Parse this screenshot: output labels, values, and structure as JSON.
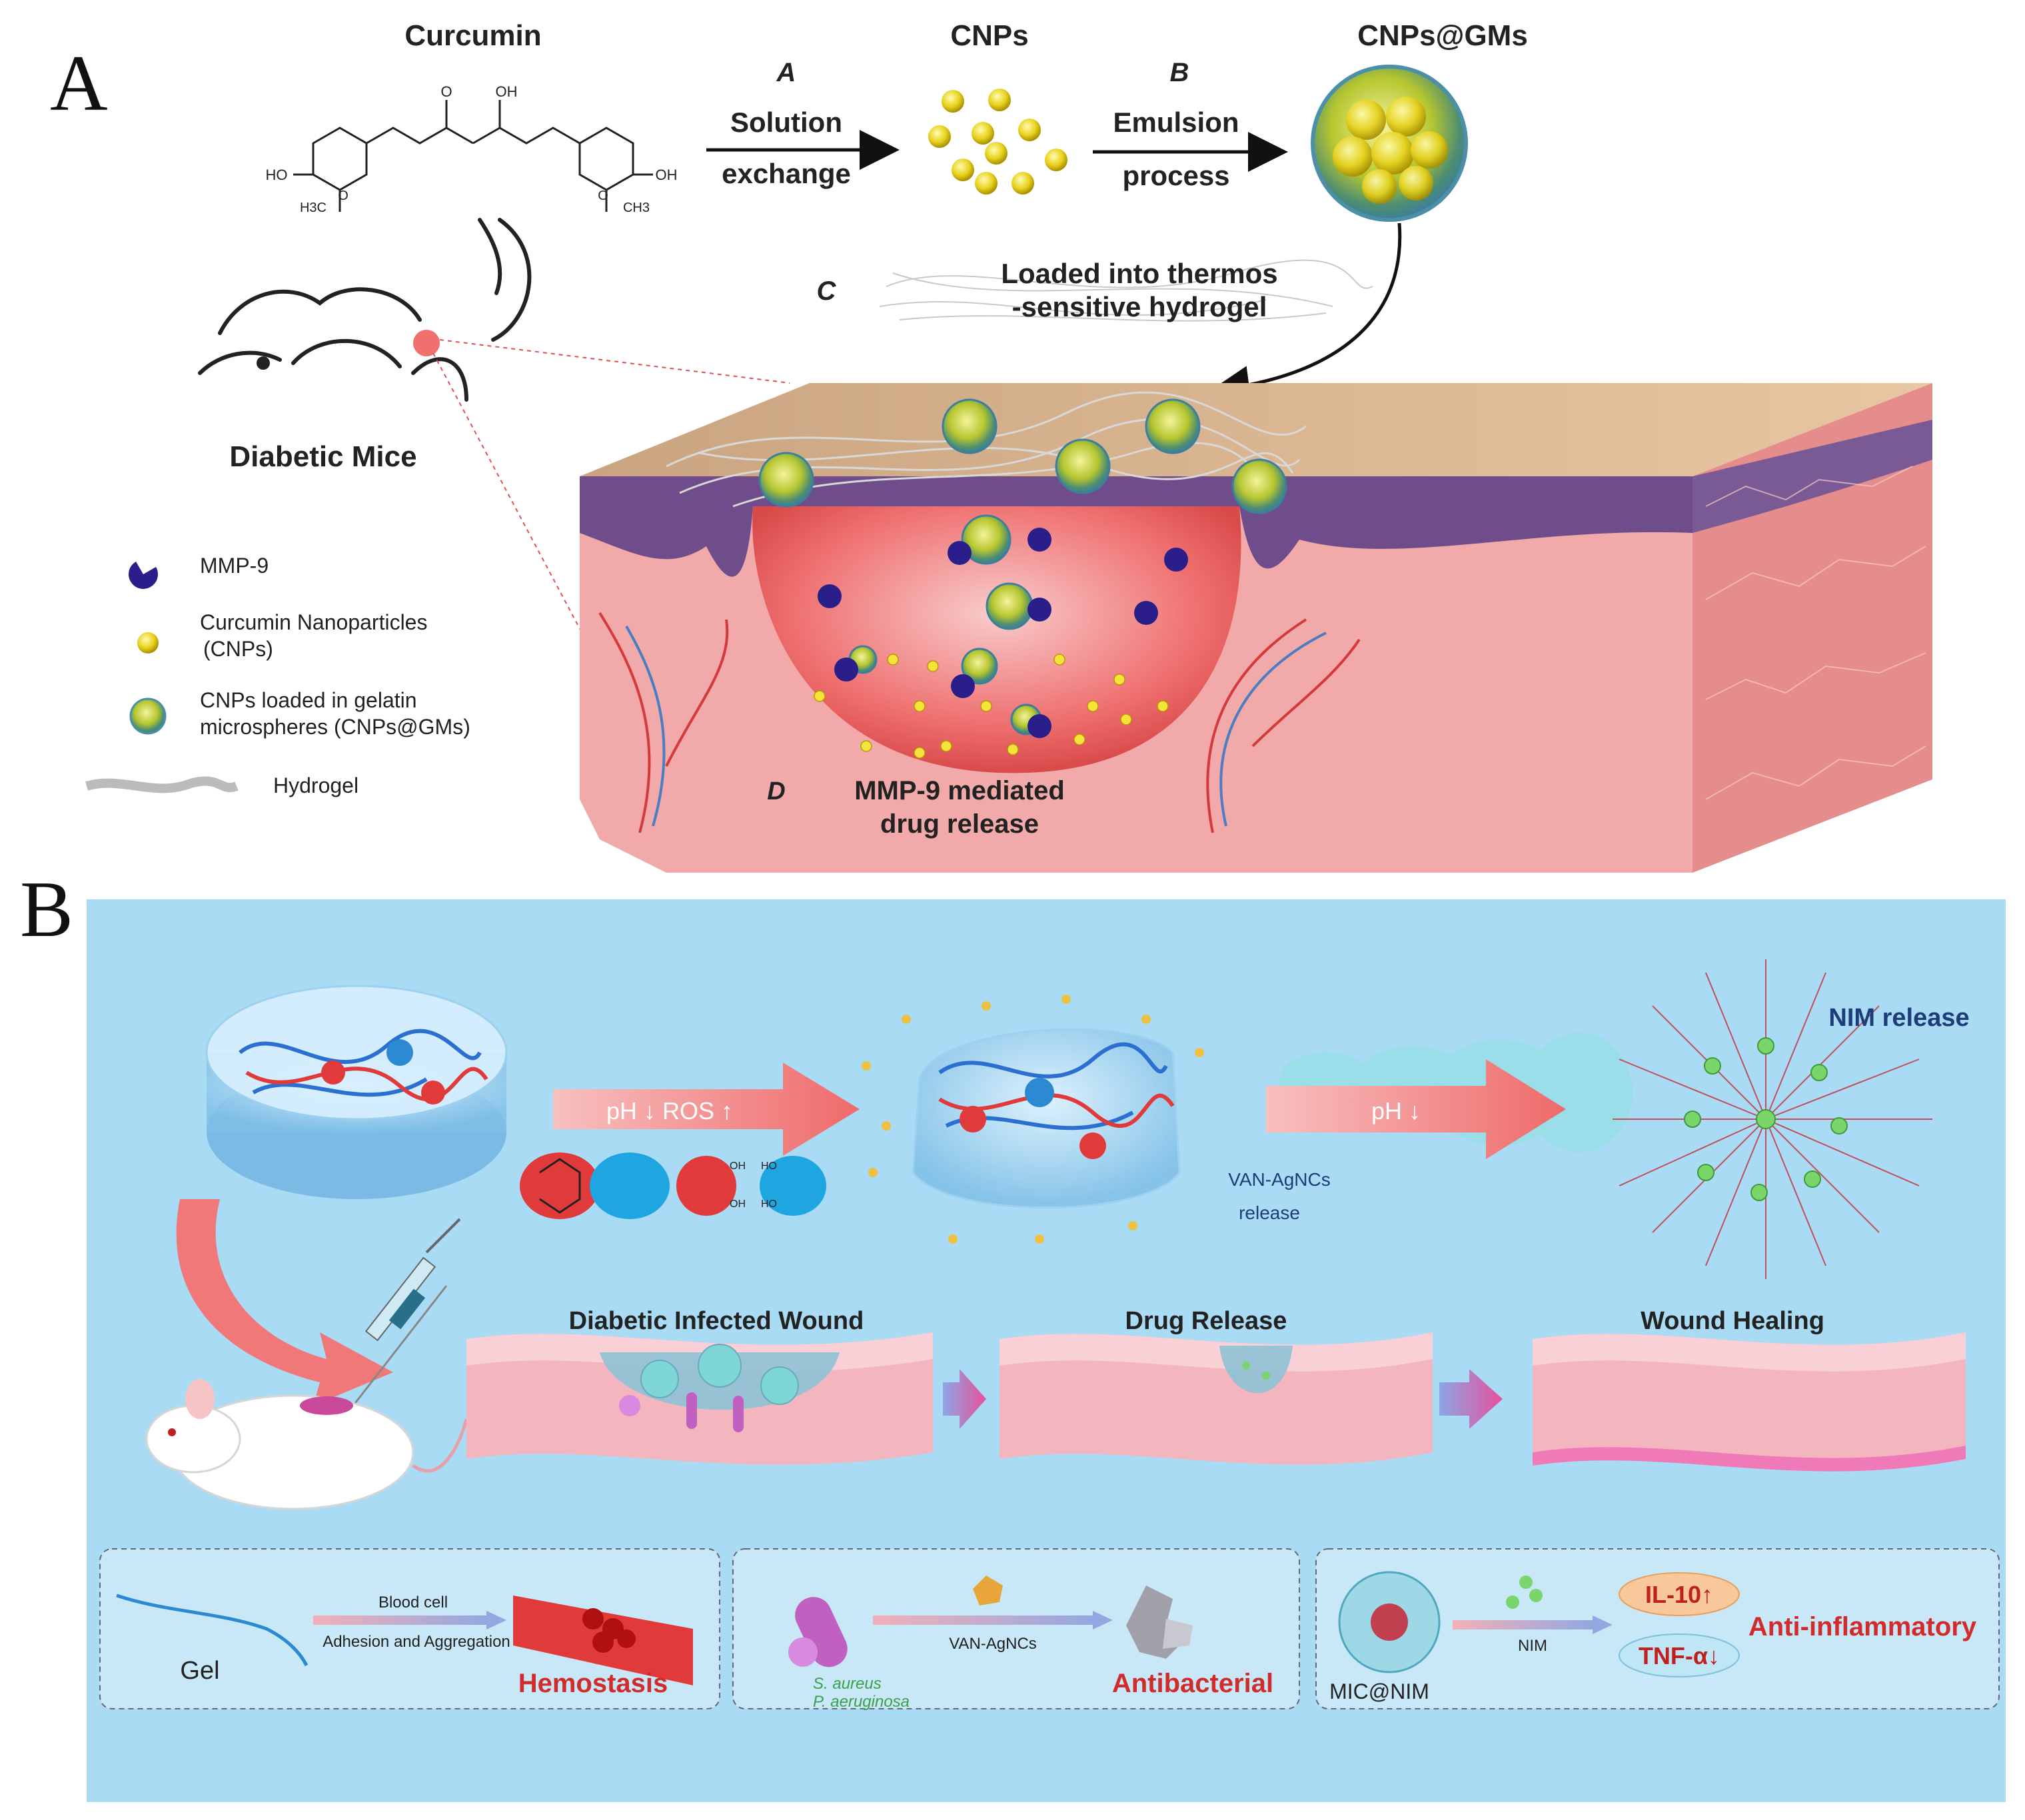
{
  "panel_a": {
    "letter": "A",
    "curcumin": "Curcumin",
    "chem": {
      "oh": "OH",
      "o": "O",
      "ho_left": "HO",
      "oh_right": "OH",
      "och3_left": "H3C",
      "och3_left_o": "O",
      "och3_right": "O",
      "och3_right_ch": "CH3"
    },
    "step_a": "A",
    "step_a_line1": "Solution",
    "step_a_line2": "exchange",
    "cnps": "CNPs",
    "step_b": "B",
    "step_b_line1": "Emulsion",
    "step_b_line2": "process",
    "cnps_gms": "CNPs@GMs",
    "step_c": "C",
    "step_c_line1": "Loaded into thermos",
    "step_c_line2": "-sensitive hydrogel",
    "diabetic_mice": "Diabetic Mice",
    "legend": {
      "mmp9": "MMP-9",
      "cnp_line1": "Curcumin Nanoparticles",
      "cnp_line2": "(CNPs)",
      "gm_line1": "CNPs loaded in gelatin",
      "gm_line2": "microspheres (CNPs@GMs)",
      "hydrogel": "Hydrogel"
    },
    "step_d": "D",
    "step_d_line1": "MMP-9 mediated",
    "step_d_line2": "drug release"
  },
  "panel_b": {
    "letter": "B",
    "arrow1_label": "pH ↓  ROS ↑",
    "arrow2_label": "pH ↓",
    "nim_release": "NIM release",
    "van_line1": "VAN-AgNCs",
    "van_line2": "release",
    "bond": {
      "oh1": "OH",
      "oh2": "OH",
      "ho1": "HO",
      "ho2": "HO"
    },
    "stage1": "Diabetic Infected Wound",
    "stage2": "Drug Release",
    "stage3": "Wound Healing",
    "box1": {
      "gel": "Gel",
      "arrow_line1": "Blood cell",
      "arrow_line2": "Adhesion and Aggregation",
      "result": "Hemostasis"
    },
    "box2": {
      "bact1": "S. aureus",
      "bact2": "P. aeruginosa",
      "arrow": "VAN-AgNCs",
      "result": "Antibacterial"
    },
    "box3": {
      "mic": "MIC@NIM",
      "arrow": "NIM",
      "il10": "IL-10↑",
      "tnf": "TNF-α↓",
      "result": "Anti-inflammatory"
    }
  },
  "colors": {
    "bg_b": "#a9dbf5",
    "arrow_red": "#f08080",
    "result_red": "#d22b2b",
    "yellow": "#e8d21c",
    "mmp9": "#2a1f8a",
    "skin": "#f0a4a4"
  }
}
